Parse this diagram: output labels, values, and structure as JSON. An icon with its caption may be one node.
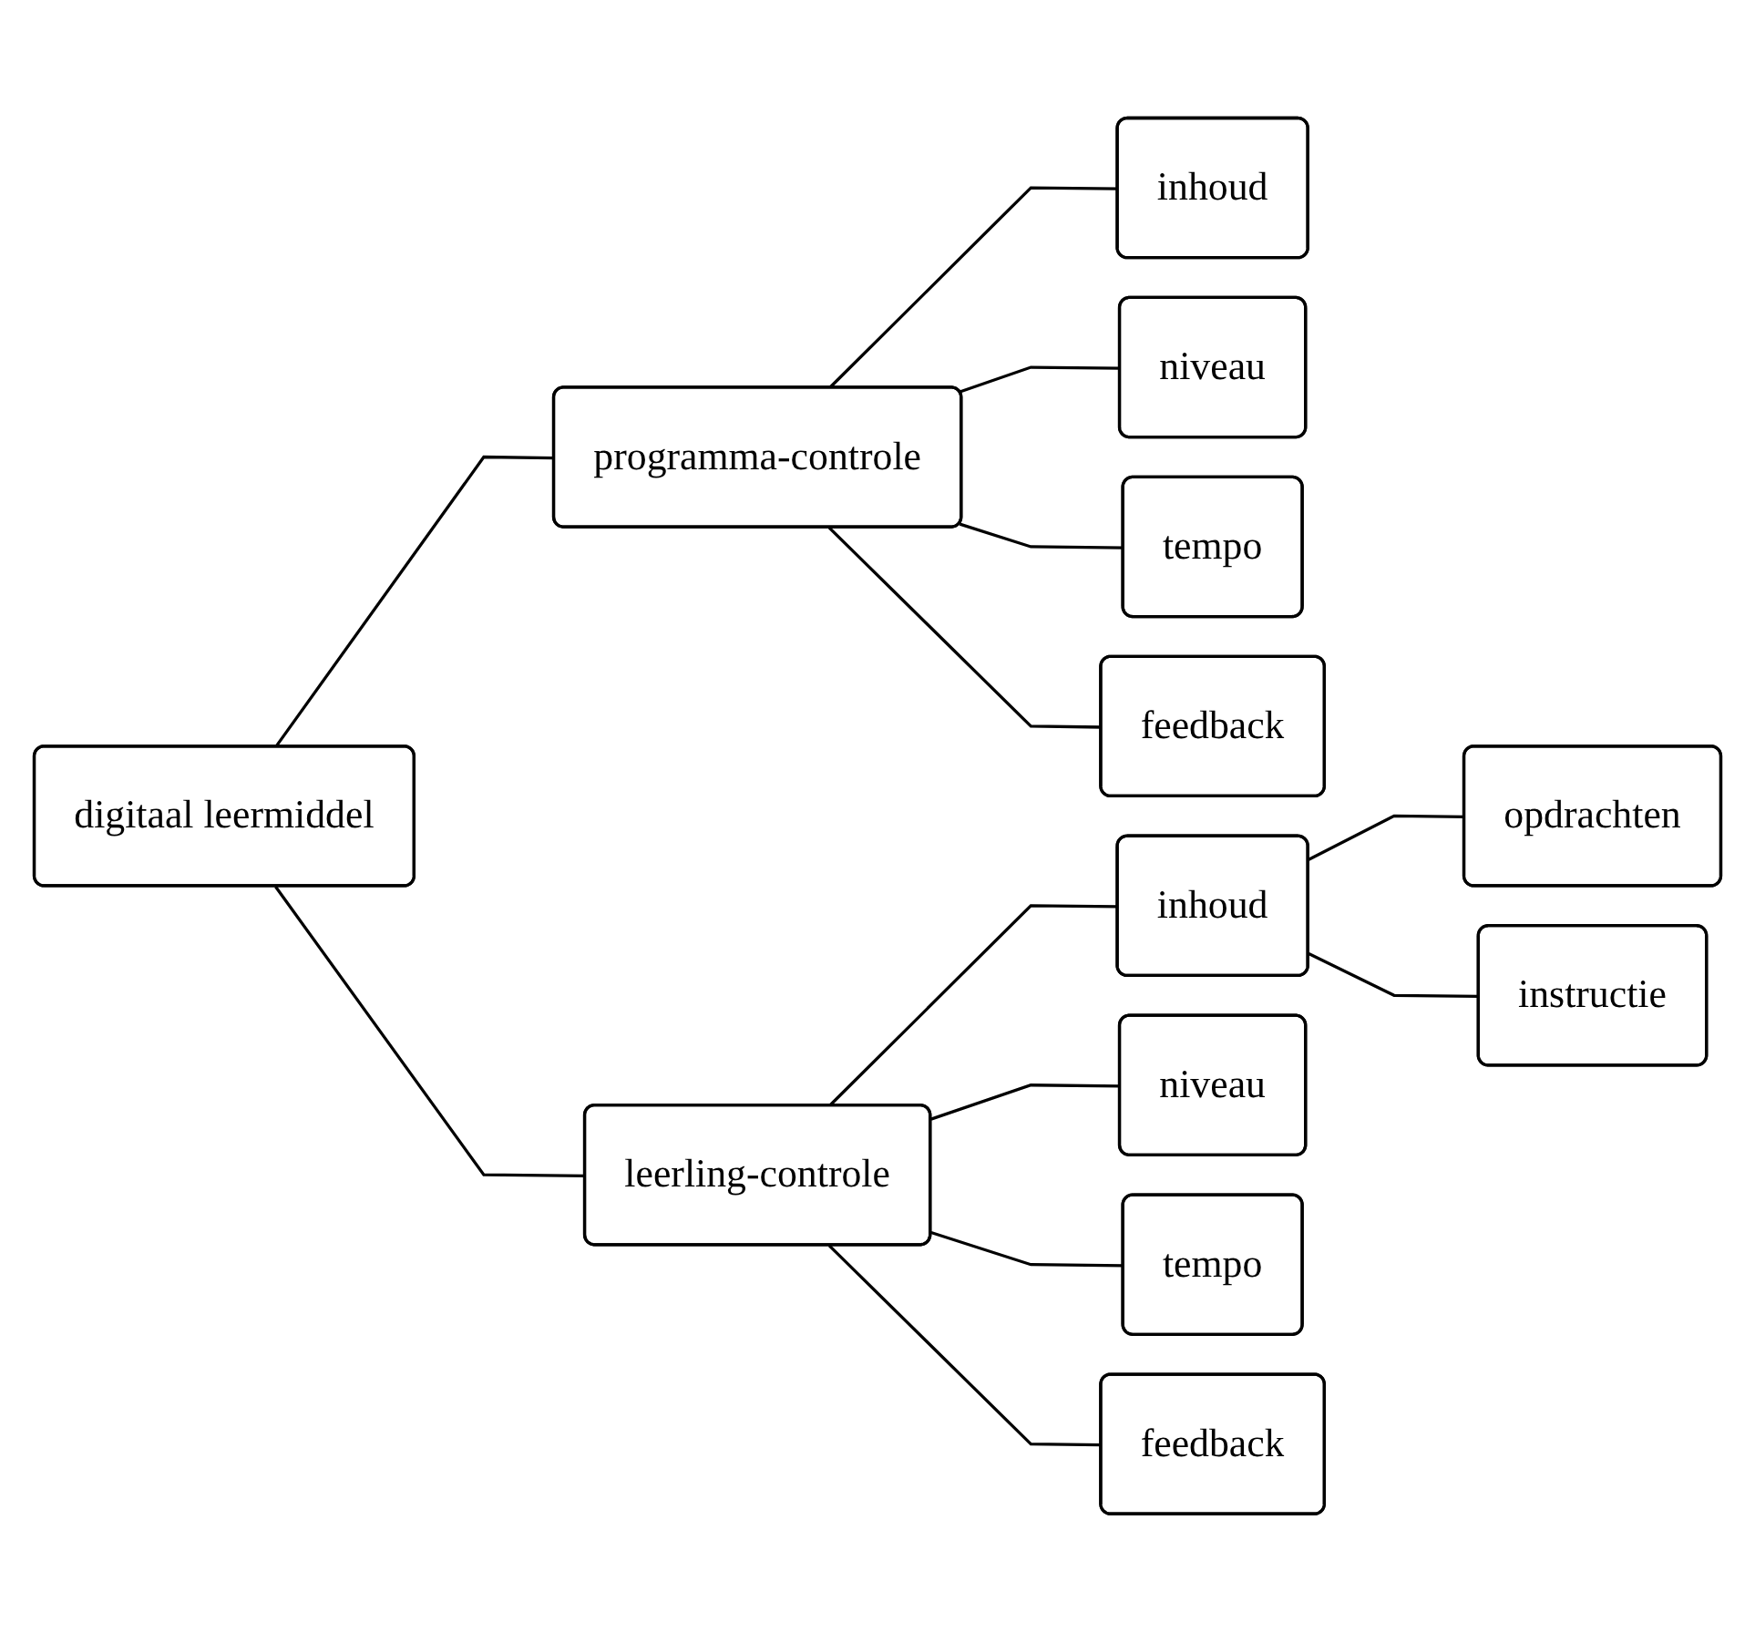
{
  "diagram": {
    "nodes": [
      {
        "text": [
          "digitaal leermiddel"
        ]
      },
      {
        "text": [
          "programma-controle"
        ]
      },
      {
        "text": [
          "inhoud"
        ]
      },
      {
        "text": [
          "niveau"
        ]
      },
      {
        "text": [
          "tempo"
        ]
      },
      {
        "text": [
          "feedback"
        ]
      },
      {
        "text": [
          "leerling-controle"
        ]
      },
      {
        "text": [
          "inhoud"
        ]
      },
      {
        "text": [
          "opdrachten"
        ]
      },
      {
        "text": [
          "instructie"
        ]
      },
      {
        "text": [
          "niveau"
        ]
      },
      {
        "text": [
          "tempo"
        ]
      },
      {
        "text": [
          "feedback"
        ]
      }
    ],
    "edges": [
      {
        "from": 0,
        "to": 1,
        "arrow": "none"
      },
      {
        "from": 0,
        "to": 6,
        "arrow": "none"
      },
      {
        "from": 1,
        "to": 2,
        "arrow": "none"
      },
      {
        "from": 1,
        "to": 3,
        "arrow": "none"
      },
      {
        "from": 1,
        "to": 4,
        "arrow": "none"
      },
      {
        "from": 1,
        "to": 5,
        "arrow": "none"
      },
      {
        "from": 6,
        "to": 7,
        "arrow": "none"
      },
      {
        "from": 6,
        "to": 10,
        "arrow": "none"
      },
      {
        "from": 6,
        "to": 11,
        "arrow": "none"
      },
      {
        "from": 6,
        "to": 12,
        "arrow": "none"
      },
      {
        "from": 7,
        "to": 8,
        "arrow": "none"
      },
      {
        "from": 7,
        "to": 9,
        "arrow": "none"
      }
    ]
  }
}
